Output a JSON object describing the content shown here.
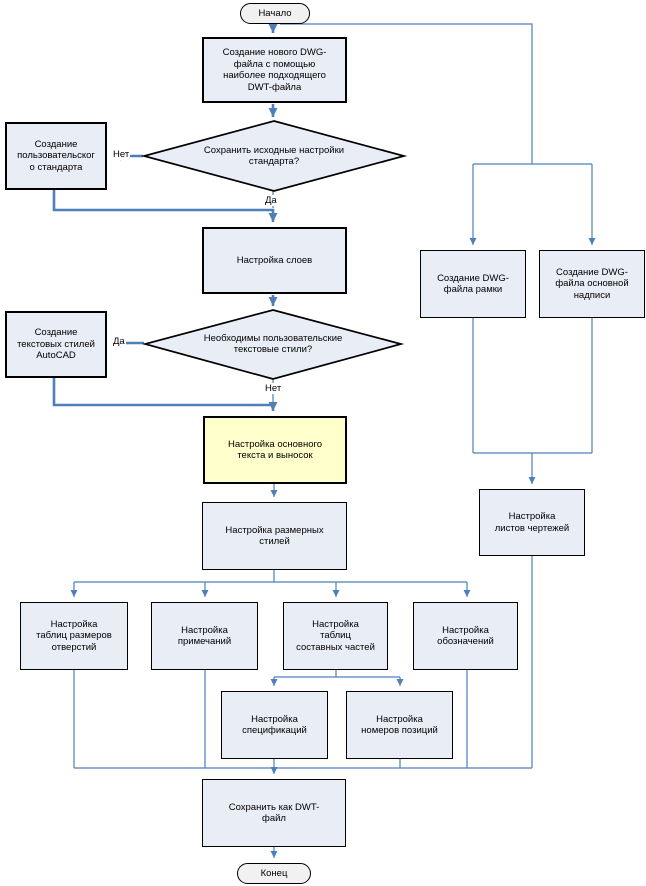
{
  "diagram": {
    "title": "AutoCAD DWT template creation flowchart",
    "start_label": "Начало",
    "end_label": "Конец",
    "nodes": {
      "create_dwg": "Создание нового DWG-\nфайла с помощью\nнаиболее подходящего\nDWT-файла",
      "decision_keep_standard": "Сохранить исходные настройки\nстандарта?",
      "custom_standard": "Создание\nпользовательског\nо стандарта",
      "layers": "Настройка слоев",
      "decision_text_styles": "Необходимы пользовательские\nтекстовые стили?",
      "create_text_styles": "Создание\nтекстовых стилей\nAutoCAD",
      "main_text": "Настройка основного\nтекста и выносок",
      "dimension_styles": "Настройка размерных\nстилей",
      "hole_tables": "Настройка\nтаблиц размеров\nотверстий",
      "notes": "Настройка\nпримечаний",
      "parts_tables": "Настройка\nтаблиц\nсоставных частей",
      "symbols": "Настройка\nобозначений",
      "specifications": "Настройка\nспецификаций",
      "item_numbers": "Настройка\nномеров позиций",
      "dwg_frame": "Создание DWG-\nфайла рамки",
      "dwg_title_block": "Создание DWG-\nфайла основной\nнадписи",
      "sheet_setup": "Настройка\nлистов чертежей",
      "save_dwt": "Сохранить как DWT-\nфайл"
    },
    "branch_labels": {
      "d1_no": "Нет",
      "d1_yes": "Да",
      "d2_yes": "Да",
      "d2_no": "Нет"
    },
    "palette": {
      "connector_blue": "#4E7FBA",
      "node_fill": "#E9EDF6",
      "highlight_fill": "#FFFFCC",
      "terminator_fill": "#F1F1F1",
      "border_color": "#000000"
    }
  }
}
